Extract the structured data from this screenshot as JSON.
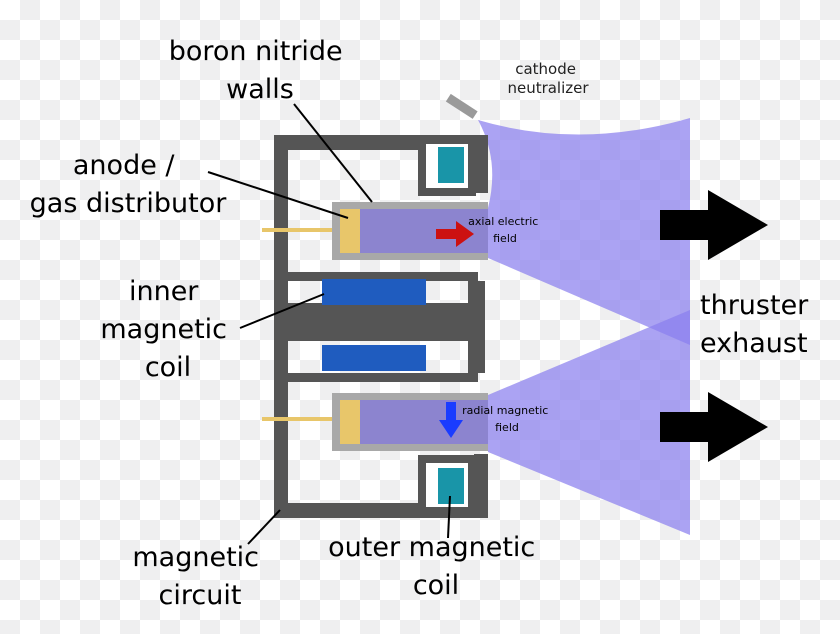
{
  "labels": {
    "boron_nitride_walls": [
      "boron nitride",
      "walls"
    ],
    "cathode_neutralizer": [
      "cathode",
      "neutralizer"
    ],
    "anode_gas_distributor": [
      "anode /",
      "gas distributor"
    ],
    "inner_magnetic_coil": [
      "inner",
      "magnetic",
      "coil"
    ],
    "thruster_exhaust": [
      "thruster",
      "exhaust"
    ],
    "magnetic_circuit": [
      "magnetic",
      "circuit"
    ],
    "outer_magnetic_coil": [
      "outer magnetic",
      "coil"
    ],
    "axial_electric_field": [
      "axial electric",
      "field"
    ],
    "radial_magnetic_field": [
      "radial magnetic",
      "field"
    ]
  },
  "colors": {
    "magnetic_circuit": "#555555",
    "ceramic_wall": "#a8a8a8",
    "plasma_channel": "#8c84cf",
    "anode": "#e8c66a",
    "inner_coil": "#1f5cbf",
    "outer_coil": "#1995a8",
    "plume": "#8a80ee",
    "axial_arrow": "#cc1111",
    "radial_arrow": "#1a3cff",
    "exhaust_arrow": "#000000"
  }
}
